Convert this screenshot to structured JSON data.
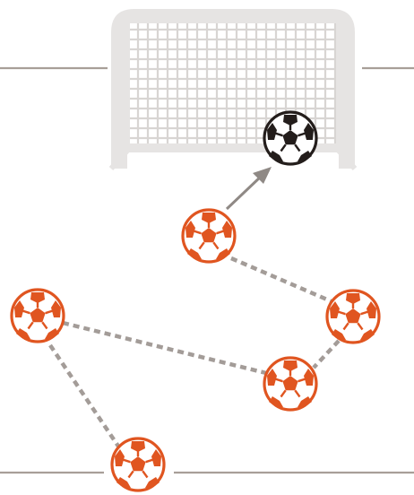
{
  "colors": {
    "background": "#ffffff",
    "field_line": "#a89f98",
    "goal_frame": "#e6e4e3",
    "goal_net": "#f7f6f5",
    "pass_path": "#a39c98",
    "shot_arrow": "#8f8985",
    "ball_orange": "#e05520",
    "ball_black": "#231d1b",
    "ball_fill": "#ffffff"
  },
  "scene": {
    "goal_icon": "goal-net-icon",
    "ball_icon": "soccer-ball-icon",
    "passes": 4,
    "shots": 1,
    "players_balls": 6
  }
}
